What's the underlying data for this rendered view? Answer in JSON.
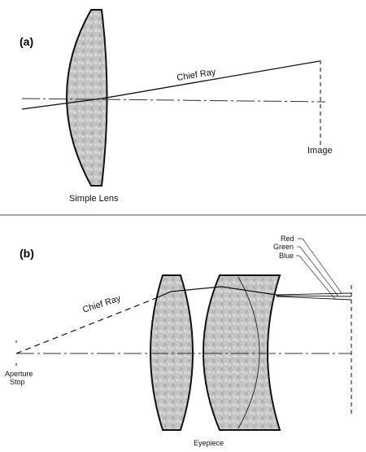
{
  "panel_a": {
    "label": "(a)",
    "chief_ray_label": "Chief Ray",
    "image_label": "Image",
    "lens_label": "Simple Lens"
  },
  "panel_b": {
    "label": "(b)",
    "chief_ray_label": "Chief Ray",
    "aperture_line1": "Aperture",
    "aperture_line2": "Stop",
    "eyepiece_label": "Eyepiece",
    "colors": [
      {
        "label": "Red",
        "hex": "#000000"
      },
      {
        "label": "Green",
        "hex": "#000000"
      },
      {
        "label": "Blue",
        "hex": "#000000"
      }
    ]
  },
  "style": {
    "lens_fill": "#c9c9c9",
    "line_color": "#222222"
  }
}
